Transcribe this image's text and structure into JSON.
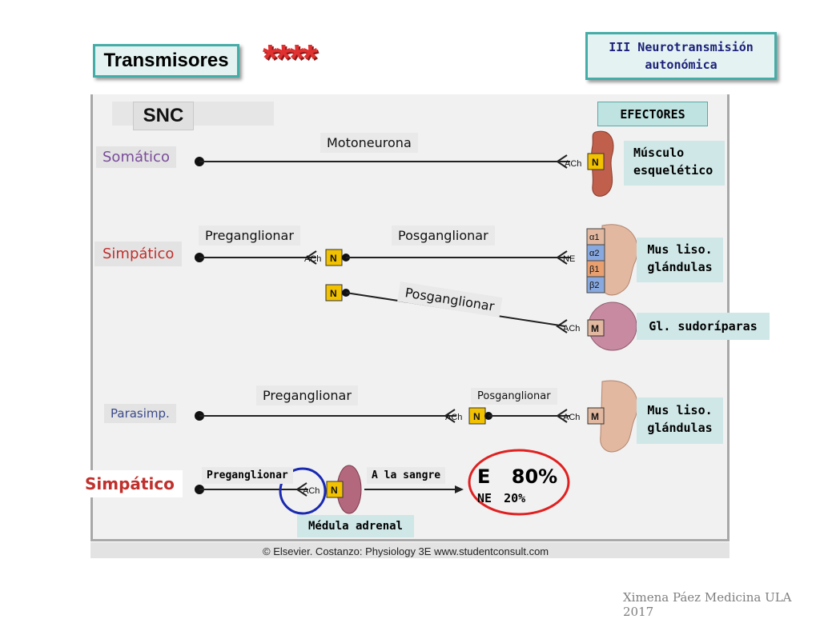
{
  "header": {
    "title": "Transmisores",
    "stars": "****",
    "topic_line1": "III Neurotransmisión",
    "topic_line2": "autonómica"
  },
  "diagram": {
    "snc": "SNC",
    "efectores": "EFECTORES",
    "rows": {
      "somatico": {
        "label": "Somático",
        "fiber": "Motoneurona",
        "transmitter": "ACh",
        "receptor": "N",
        "effector_line1": "Músculo",
        "effector_line2": "esquelético"
      },
      "simpatico": {
        "label": "Simpático",
        "pre": "Preganglionar",
        "post": "Posganglionar",
        "pre_transmitter": "ACh",
        "ganglion_receptor": "N",
        "post_transmitter": "NE",
        "adrenergic_receptors": [
          "α1",
          "α2",
          "β1",
          "β2"
        ],
        "effector_line1": "Mus liso.",
        "effector_line2": "glándulas",
        "sweat_fiber": "Posganglionar",
        "sweat_ganglion_receptor": "N",
        "sweat_transmitter": "ACh",
        "sweat_receptor": "M",
        "sweat_effector": "Gl. sudoríparas"
      },
      "parasimpatico": {
        "label": "Parasimp.",
        "pre": "Preganglionar",
        "post": "Posganglionar",
        "pre_transmitter": "ACh",
        "ganglion_receptor": "N",
        "post_transmitter": "ACh",
        "receptor": "M",
        "effector_line1": "Mus liso.",
        "effector_line2": "glándulas"
      },
      "adrenal": {
        "label": "Simpático",
        "pre": "Preganglionar",
        "transmitter": "ACh",
        "receptor": "N",
        "to_blood": "A la sangre",
        "medulla": "Médula adrenal",
        "e_label": "E",
        "e_value": "80%",
        "ne_label": "NE",
        "ne_value": "20%"
      }
    },
    "copyright": "© Elsevier. Costanzo: Physiology 3E www.studentconsult.com"
  },
  "footer": "Ximena Páez Medicina ULA 2017",
  "colors": {
    "accent_teal": "#45ada8",
    "star_red": "#e03030",
    "receptor_yellow": "#f2c200",
    "muscle": "#c0604c",
    "smooth_muscle": "#e2b8a0",
    "gland": "#c88aa0",
    "adrenal_red": "#e02020",
    "adrenal_blue": "#1a2ab0",
    "somatico_purple": "#7a4c9a",
    "simpatico_red": "#c0302c",
    "parasimp_blue": "#3a4a8a"
  }
}
